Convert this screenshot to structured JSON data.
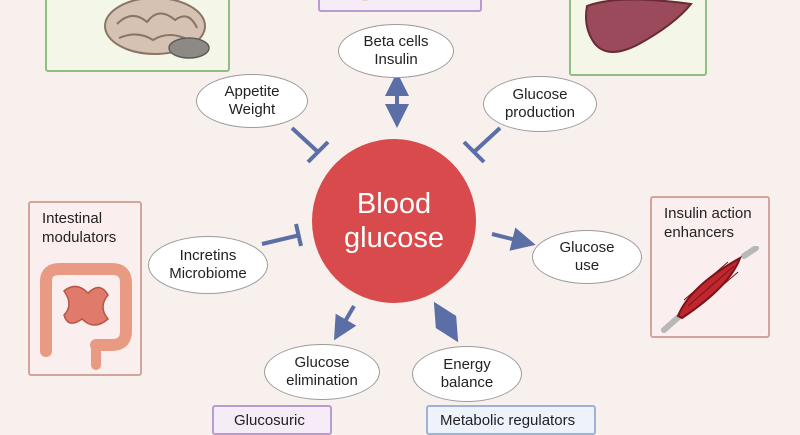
{
  "center": {
    "label": "Blood\nglucose",
    "color": "#d84a4c"
  },
  "nodes": {
    "beta_cells": "Beta cells\nInsulin",
    "appetite": "Appetite\nWeight",
    "glucose_production": "Glucose\nproduction",
    "incretins": "Incretins\nMicrobiome",
    "glucose_use": "Glucose\nuse",
    "glucose_elimination": "Glucose\nelimination",
    "energy_balance": "Energy\nbalance"
  },
  "boxes": {
    "intestinal": "Intestinal\nmodulators",
    "insulin_action": "Insulin action\nenhancers",
    "glucosuric_partial": "Glucosuric",
    "metabolic_partial": "Metabolic regulators"
  },
  "colors": {
    "arrow": "#5b6ea6",
    "brain_box_border": "#8fbf80",
    "liver_box_border": "#8fbf80",
    "intestinal_box_border": "#d3a49c",
    "muscle_box_border": "#d3a49c",
    "purple_box_border": "#b99ad1",
    "blue_box_border": "#9fb2d6"
  },
  "icons": [
    "brain-icon",
    "pancreas-icon",
    "liver-icon",
    "intestine-icon",
    "muscle-icon"
  ]
}
